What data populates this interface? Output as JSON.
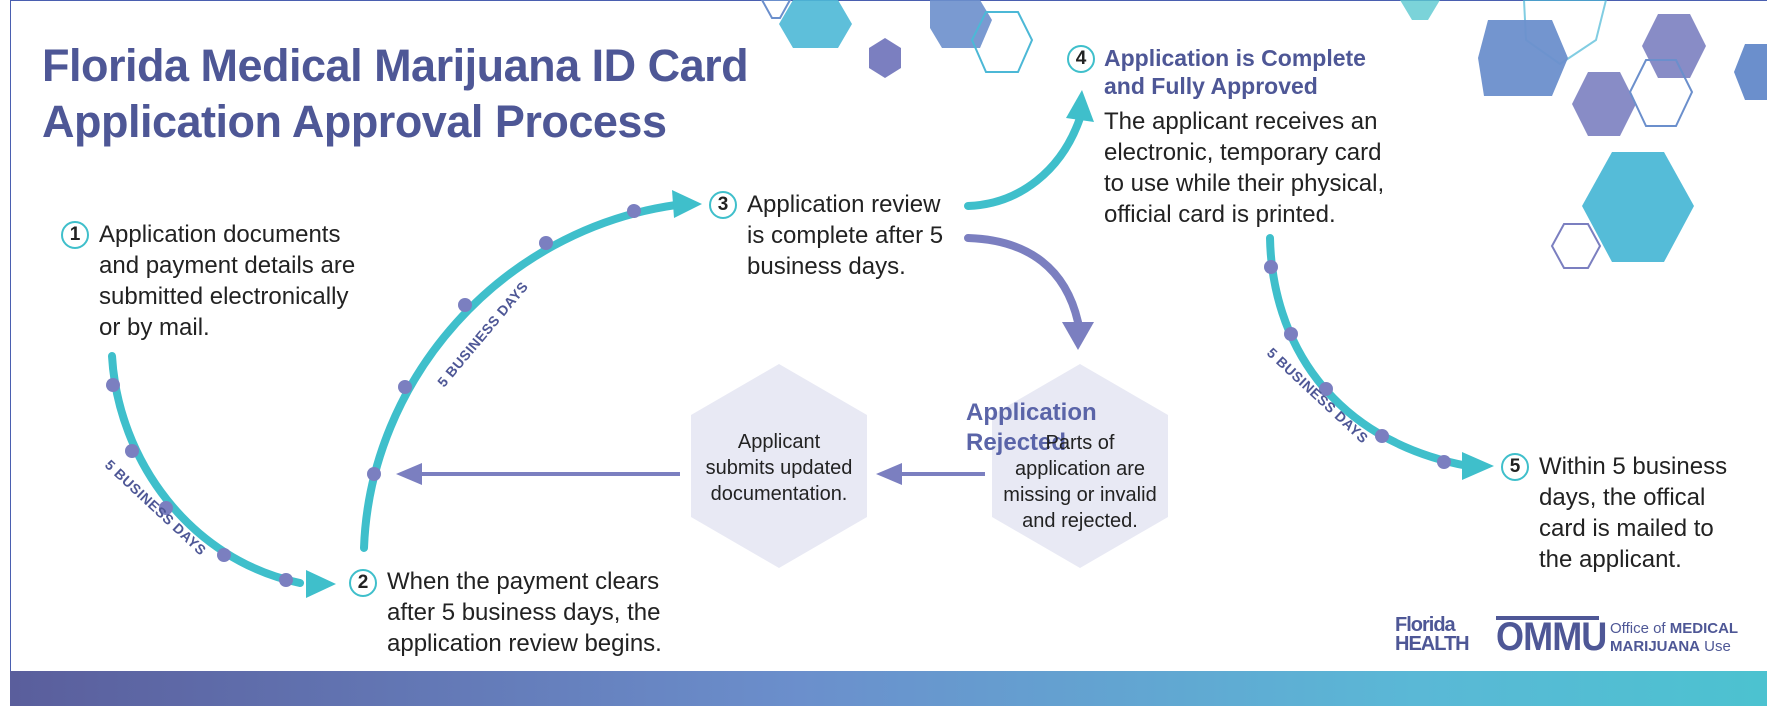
{
  "title": {
    "line1": "Florida Medical Marijuana ID Card",
    "line2": "Application Approval Process"
  },
  "steps": [
    {
      "number": "1",
      "lines": [
        "Application documents",
        "and payment details are",
        "submitted electronically",
        "or by mail."
      ]
    },
    {
      "number": "2",
      "lines": [
        "When the payment clears",
        "after 5 business days, the",
        "application review begins."
      ]
    },
    {
      "number": "3",
      "lines": [
        "Application review",
        "is complete after 5",
        "business days."
      ]
    },
    {
      "number": "4",
      "heading": [
        "Application is Complete",
        "and Fully Approved"
      ],
      "lines": [
        "The applicant receives an",
        "electronic, temporary card",
        "to use while their physical,",
        "official card is printed."
      ]
    },
    {
      "number": "5",
      "lines": [
        "Within 5 business",
        "days, the offical",
        "card is mailed to",
        "the applicant."
      ]
    }
  ],
  "rejected": {
    "title": "Application Rejected",
    "lines": [
      "Parts of",
      "application are",
      "missing or invalid",
      "and rejected."
    ]
  },
  "resubmit": {
    "lines": [
      "Applicant",
      "submits updated",
      "documentation."
    ]
  },
  "duration_labels": [
    "5 BUSINESS DAYS",
    "5 BUSINESS DAYS",
    "5 BUSINESS DAYS"
  ],
  "logos": {
    "florida_health": [
      "Florida",
      "HEALTH"
    ],
    "ommu": "OMMU",
    "office_line1_prefix": "Office of",
    "office_line1_bold": "MEDICAL",
    "office_line2_bold": "MARIJUANA",
    "office_line2_suffix": "Use"
  },
  "colors": {
    "teal": "#3fbfcb",
    "purple": "#7b7fc0",
    "navy": "#4e5796",
    "hex_fill": "#e8e9f4"
  }
}
